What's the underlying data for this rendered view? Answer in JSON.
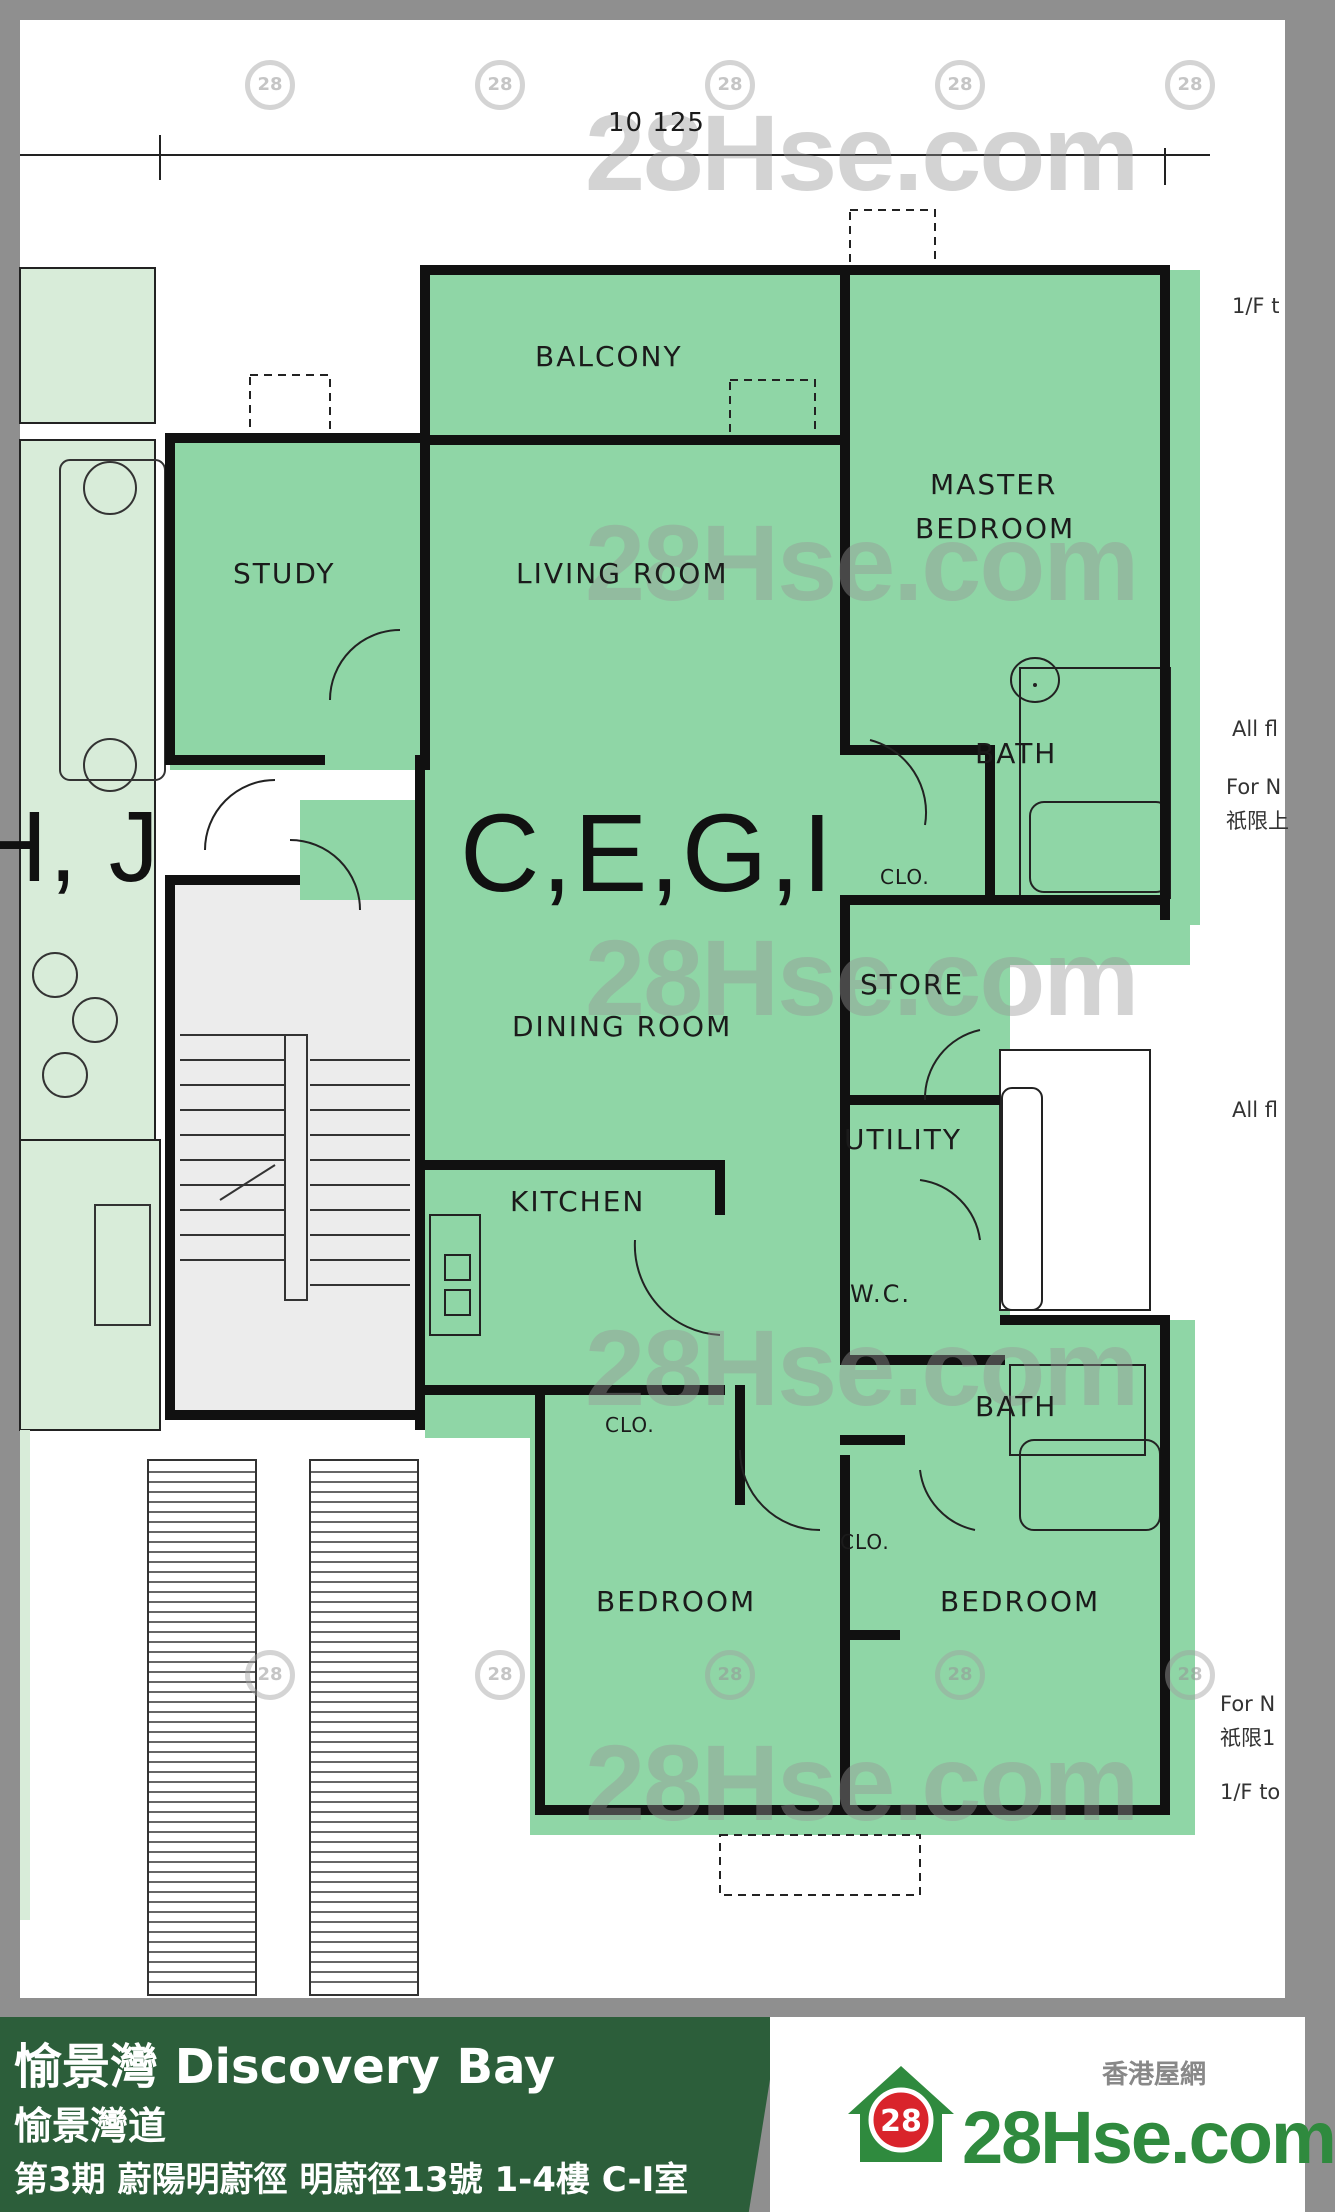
{
  "plan": {
    "dimension": "10 125",
    "unit_label": "C,E,G,I",
    "rooms": {
      "balcony": "BALCONY",
      "master_bedroom_line1": "MASTER",
      "master_bedroom_line2": "BEDROOM",
      "study": "STUDY",
      "living_room": "LIVING ROOM",
      "bath_master": "BATH",
      "closet_master": "CLO.",
      "dining_room": "DINING ROOM",
      "store": "STORE",
      "utility": "UTILITY",
      "kitchen": "KITCHEN",
      "wc": "W.C.",
      "bath_2": "BATH",
      "closet_bedroom_1": "CLO.",
      "closet_bedroom_2": "CLO.",
      "bedroom_1": "BEDROOM",
      "bedroom_2": "BEDROOM"
    },
    "neighbor_unit_label": "H, J",
    "side_notes": [
      "1/F t",
      "All fl",
      "For N",
      "祇限上",
      "All fl",
      "For N",
      "祇限1",
      "1/F to"
    ],
    "watermark_text": "28Hse.com",
    "watermark_badge": "28"
  },
  "footer": {
    "estate": "愉景灣 Discovery Bay",
    "road": "愉景灣道",
    "detail": "第3期 蔚陽明蔚徑 明蔚徑13號 1-4樓 C-I室",
    "logo_cn": "香港屋網",
    "logo_text": "28Hse.com",
    "logo_badge": "28"
  },
  "colors": {
    "room_fill": "#8fd6a6",
    "neighbor_fill": "#d8ecd9",
    "wall": "#111111",
    "footer_green": "#2c5e3a",
    "logo_green": "#2f8a3e"
  }
}
